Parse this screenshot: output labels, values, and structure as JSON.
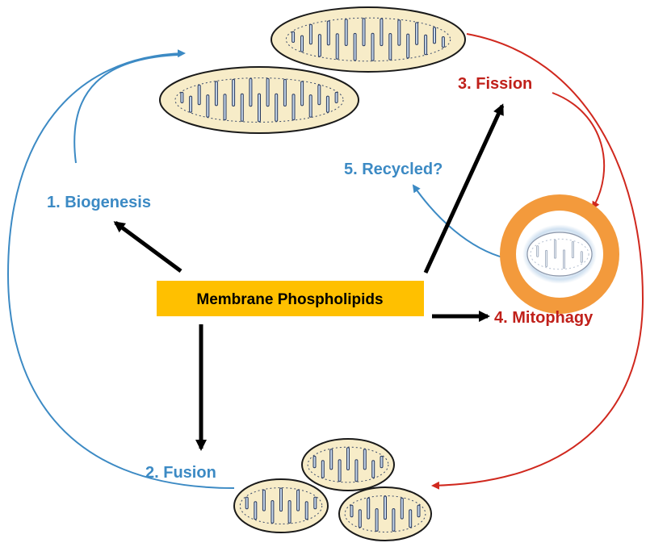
{
  "center": {
    "label": "Membrane Phospholipids",
    "fill": "#ffc000"
  },
  "steps": {
    "biogenesis": "1. Biogenesis",
    "fusion": "2. Fusion",
    "fission": "3. Fission",
    "mitophagy": "4. Mitophagy",
    "recycled": "5. Recycled?"
  },
  "colors": {
    "blue": "#3c8ac4",
    "red": "#d0281e",
    "black": "#000000",
    "organelle_fill": "#f7ecc8",
    "cristae": "#2a3a5e",
    "cristae_fill": "#c5d6ea",
    "autophagosome": "#f39a3c"
  },
  "icons": {
    "mitochondrion": "mitochondrion-icon",
    "autophagosome": "autophagosome-icon"
  }
}
